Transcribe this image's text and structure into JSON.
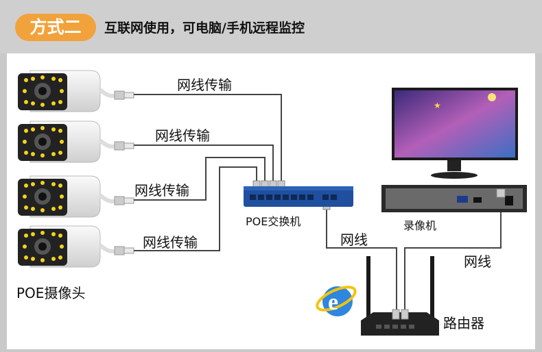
{
  "header": {
    "badge": "方式二",
    "title_bold": "互联网使用，",
    "title_rest": "可电脑/手机远程监控"
  },
  "labels": {
    "cable1": "网线传输",
    "cable2": "网线传输",
    "cable3": "网线传输",
    "cable4": "网线传输",
    "camera": "POE摄像头",
    "switch": "POE交换机",
    "nvr": "录像机",
    "cable_switch_router": "网线",
    "cable_nvr_router": "网线",
    "router": "路由器"
  },
  "colors": {
    "badge": "#f2a23a",
    "switch_body": "#1f4f9e",
    "cable": "#444444",
    "camera_led": "#f5d21a",
    "monitor_screen": "#8b5fc4"
  }
}
